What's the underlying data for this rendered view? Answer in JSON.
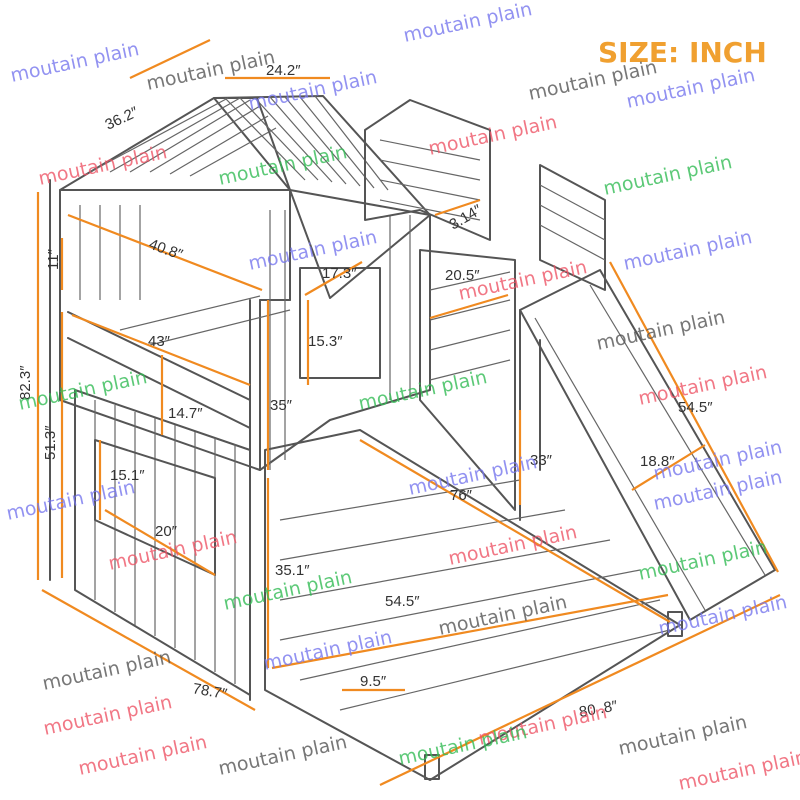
{
  "title": "SIZE: INCH",
  "colors": {
    "dimension": "#f08a20",
    "title": "#f0a030",
    "outline": "#555555"
  },
  "dimensions": {
    "roof_width": "24.2″",
    "roof_depth": "36.2″",
    "top_bunk_length": "40.8″",
    "roof_height": "11″",
    "total_height": "82.3″",
    "window_width": "17.3″",
    "step_rail": "3.14″",
    "guardrail_length": "20.5″",
    "window_height": "15.3″",
    "top_rail_length": "43″",
    "top_rail_height": "14.7″",
    "upper_height": "35″",
    "lower_frame_height": "51.3″",
    "side_window_height": "15.1″",
    "side_window_width": "20″",
    "slide_length": "54.5″",
    "slide_width": "18.8″",
    "slide_height": "33″",
    "diagonal": "76″",
    "lower_bunk_height": "35.1″",
    "lower_bunk_length": "54.5″",
    "slat_gap": "9.5″",
    "overall_length": "78.7″",
    "overall_width": "80 .8″"
  },
  "watermark": "moutain plain"
}
